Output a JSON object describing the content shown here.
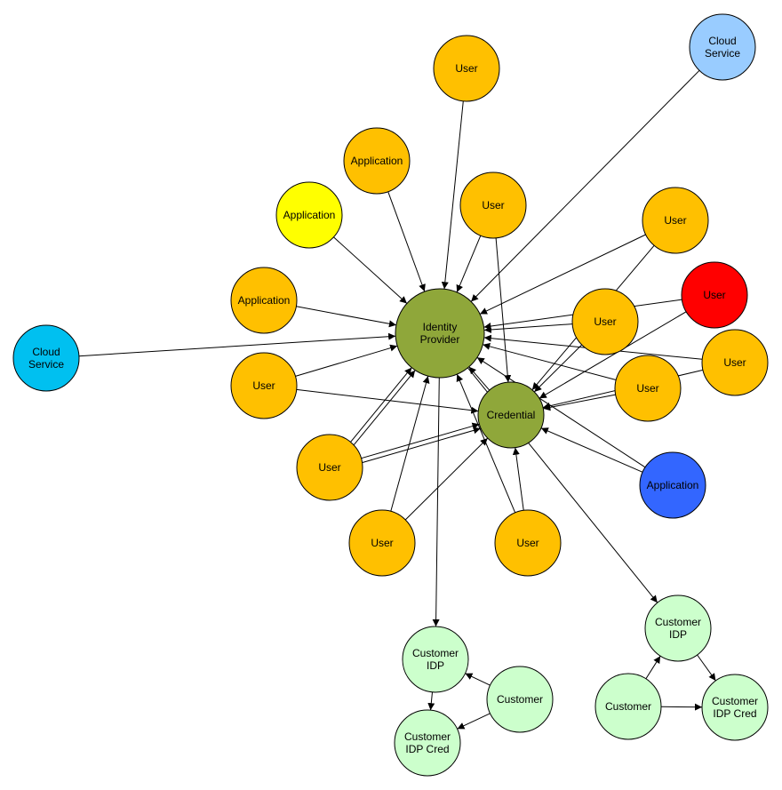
{
  "colors": {
    "orange": "#ffc000",
    "yellow": "#ffff00",
    "red": "#ff0000",
    "olive": "#8fa73a",
    "light_blue": "#99ccff",
    "cyan": "#00c0f0",
    "blue": "#3366ff",
    "light_green": "#ccffcc",
    "stroke": "#000000"
  },
  "nodes": [
    {
      "id": "idp",
      "lines": [
        "Identity",
        "Provider"
      ],
      "color": "olive"
    },
    {
      "id": "cred",
      "lines": [
        "Credential"
      ],
      "color": "olive"
    },
    {
      "id": "cloud1",
      "lines": [
        "Cloud",
        "Service"
      ],
      "color": "light_blue"
    },
    {
      "id": "cloud2",
      "lines": [
        "Cloud",
        "Service"
      ],
      "color": "cyan"
    },
    {
      "id": "u_top",
      "lines": [
        "User"
      ],
      "color": "orange"
    },
    {
      "id": "app1",
      "lines": [
        "Application"
      ],
      "color": "orange"
    },
    {
      "id": "app_y",
      "lines": [
        "Application"
      ],
      "color": "yellow"
    },
    {
      "id": "u_mid",
      "lines": [
        "User"
      ],
      "color": "orange"
    },
    {
      "id": "app2",
      "lines": [
        "Application"
      ],
      "color": "orange"
    },
    {
      "id": "u_r1",
      "lines": [
        "User"
      ],
      "color": "orange"
    },
    {
      "id": "u_red",
      "lines": [
        "User"
      ],
      "color": "red"
    },
    {
      "id": "u_r2",
      "lines": [
        "User"
      ],
      "color": "orange"
    },
    {
      "id": "u_r3",
      "lines": [
        "User"
      ],
      "color": "orange"
    },
    {
      "id": "u_r4",
      "lines": [
        "User"
      ],
      "color": "orange"
    },
    {
      "id": "u_l1",
      "lines": [
        "User"
      ],
      "color": "orange"
    },
    {
      "id": "u_l2",
      "lines": [
        "User"
      ],
      "color": "orange"
    },
    {
      "id": "u_b1",
      "lines": [
        "User"
      ],
      "color": "orange"
    },
    {
      "id": "u_b2",
      "lines": [
        "User"
      ],
      "color": "orange"
    },
    {
      "id": "app_blue",
      "lines": [
        "Application"
      ],
      "color": "blue"
    },
    {
      "id": "cidp1",
      "lines": [
        "Customer",
        "IDP"
      ],
      "color": "light_green"
    },
    {
      "id": "cust1",
      "lines": [
        "Customer"
      ],
      "color": "light_green"
    },
    {
      "id": "ccred1",
      "lines": [
        "Customer",
        "IDP Cred"
      ],
      "color": "light_green"
    },
    {
      "id": "cidp2",
      "lines": [
        "Customer",
        "IDP"
      ],
      "color": "light_green"
    },
    {
      "id": "cust2",
      "lines": [
        "Customer"
      ],
      "color": "light_green"
    },
    {
      "id": "ccred2",
      "lines": [
        "Customer",
        "IDP Cred"
      ],
      "color": "light_green"
    }
  ],
  "edges": [
    [
      "cloud1",
      "idp"
    ],
    [
      "cloud2",
      "idp"
    ],
    [
      "u_top",
      "idp"
    ],
    [
      "app1",
      "idp"
    ],
    [
      "app_y",
      "idp"
    ],
    [
      "app2",
      "idp"
    ],
    [
      "u_mid",
      "idp"
    ],
    [
      "u_mid",
      "cred"
    ],
    [
      "u_r1",
      "idp"
    ],
    [
      "u_r1",
      "cred"
    ],
    [
      "u_red",
      "idp"
    ],
    [
      "u_red",
      "cred"
    ],
    [
      "u_r2",
      "idp"
    ],
    [
      "u_r2",
      "cred"
    ],
    [
      "u_r3",
      "idp"
    ],
    [
      "u_r3",
      "cred"
    ],
    [
      "u_r4",
      "idp"
    ],
    [
      "u_r4",
      "cred"
    ],
    [
      "u_l1",
      "idp"
    ],
    [
      "u_l1",
      "cred"
    ],
    [
      "u_l2",
      "idp"
    ],
    [
      "u_l2",
      "idp"
    ],
    [
      "u_l2",
      "cred"
    ],
    [
      "u_l2",
      "cred"
    ],
    [
      "u_b1",
      "idp"
    ],
    [
      "u_b1",
      "cred"
    ],
    [
      "u_b2",
      "idp"
    ],
    [
      "u_b2",
      "cred"
    ],
    [
      "app_blue",
      "idp"
    ],
    [
      "app_blue",
      "cred"
    ],
    [
      "cred",
      "idp"
    ],
    [
      "idp",
      "cidp1"
    ],
    [
      "idp",
      "cidp2"
    ],
    [
      "cust1",
      "cidp1"
    ],
    [
      "cust1",
      "ccred1"
    ],
    [
      "cidp1",
      "ccred1"
    ],
    [
      "cust2",
      "cidp2"
    ],
    [
      "cust2",
      "ccred2"
    ],
    [
      "cidp2",
      "ccred2"
    ]
  ]
}
